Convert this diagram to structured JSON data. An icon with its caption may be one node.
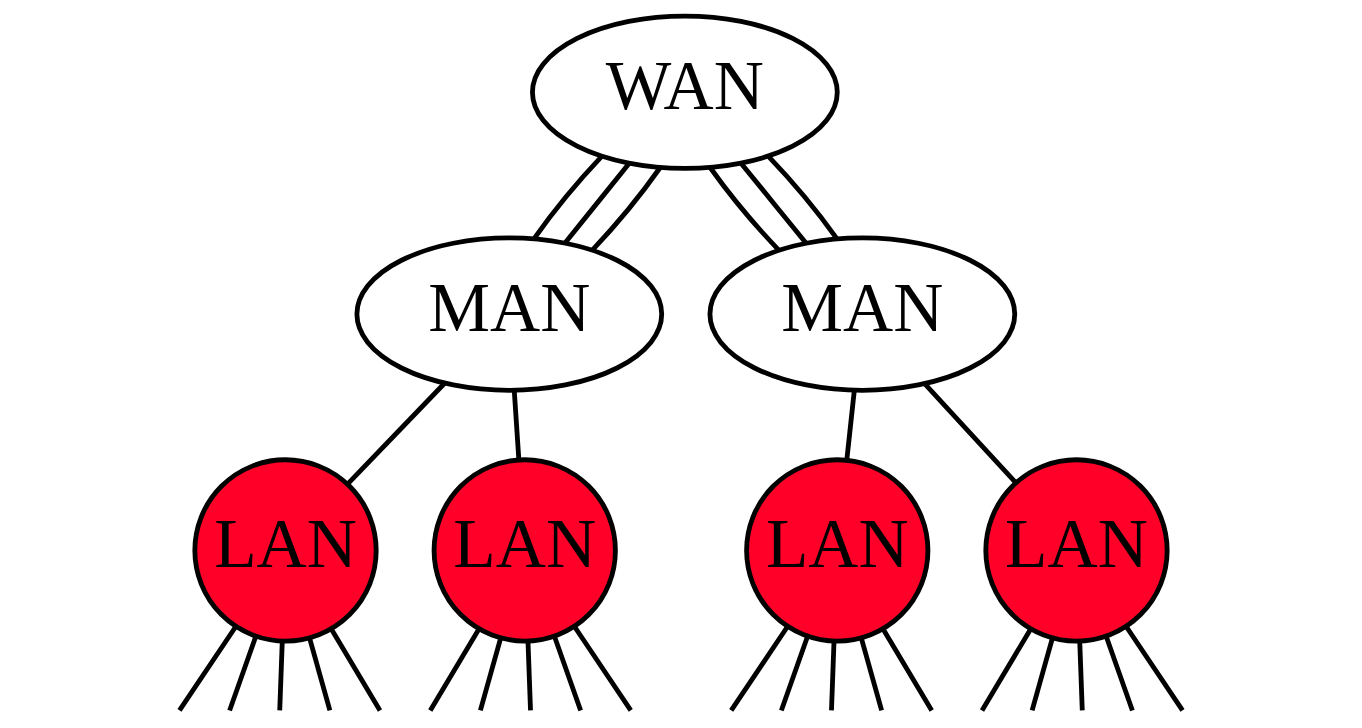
{
  "diagram": {
    "nodes": [
      {
        "text": [
          "WAN"
        ]
      },
      {
        "text": [
          "MAN"
        ]
      },
      {
        "text": [
          "MAN"
        ]
      },
      {
        "text": [
          "LAN"
        ]
      },
      {
        "text": [
          "LAN"
        ]
      },
      {
        "text": [
          "LAN"
        ]
      },
      {
        "text": [
          "LAN"
        ]
      }
    ],
    "edges": [
      {
        "from": 0,
        "to": 1,
        "arrow": "none"
      },
      {
        "from": 0,
        "to": 1,
        "arrow": "none"
      },
      {
        "from": 0,
        "to": 1,
        "arrow": "none"
      },
      {
        "from": 0,
        "to": 2,
        "arrow": "none"
      },
      {
        "from": 0,
        "to": 2,
        "arrow": "none"
      },
      {
        "from": 0,
        "to": 2,
        "arrow": "none"
      },
      {
        "from": 1,
        "to": 3,
        "arrow": "none"
      },
      {
        "from": 1,
        "to": 4,
        "arrow": "none"
      },
      {
        "from": 2,
        "to": 5,
        "arrow": "none"
      },
      {
        "from": 2,
        "to": 6,
        "arrow": "none"
      },
      {
        "from": 3,
        "to": null,
        "arrow": "none"
      },
      {
        "from": 3,
        "to": null,
        "arrow": "none"
      },
      {
        "from": 3,
        "to": null,
        "arrow": "none"
      },
      {
        "from": 3,
        "to": null,
        "arrow": "none"
      },
      {
        "from": 3,
        "to": null,
        "arrow": "none"
      },
      {
        "from": 4,
        "to": null,
        "arrow": "none"
      },
      {
        "from": 4,
        "to": null,
        "arrow": "none"
      },
      {
        "from": 4,
        "to": null,
        "arrow": "none"
      },
      {
        "from": 4,
        "to": null,
        "arrow": "none"
      },
      {
        "from": 4,
        "to": null,
        "arrow": "none"
      },
      {
        "from": 5,
        "to": null,
        "arrow": "none"
      },
      {
        "from": 5,
        "to": null,
        "arrow": "none"
      },
      {
        "from": 5,
        "to": null,
        "arrow": "none"
      },
      {
        "from": 5,
        "to": null,
        "arrow": "none"
      },
      {
        "from": 5,
        "to": null,
        "arrow": "none"
      },
      {
        "from": 6,
        "to": null,
        "arrow": "none"
      },
      {
        "from": 6,
        "to": null,
        "arrow": "none"
      },
      {
        "from": 6,
        "to": null,
        "arrow": "none"
      },
      {
        "from": 6,
        "to": null,
        "arrow": "none"
      },
      {
        "from": 6,
        "to": null,
        "arrow": "none"
      }
    ]
  }
}
